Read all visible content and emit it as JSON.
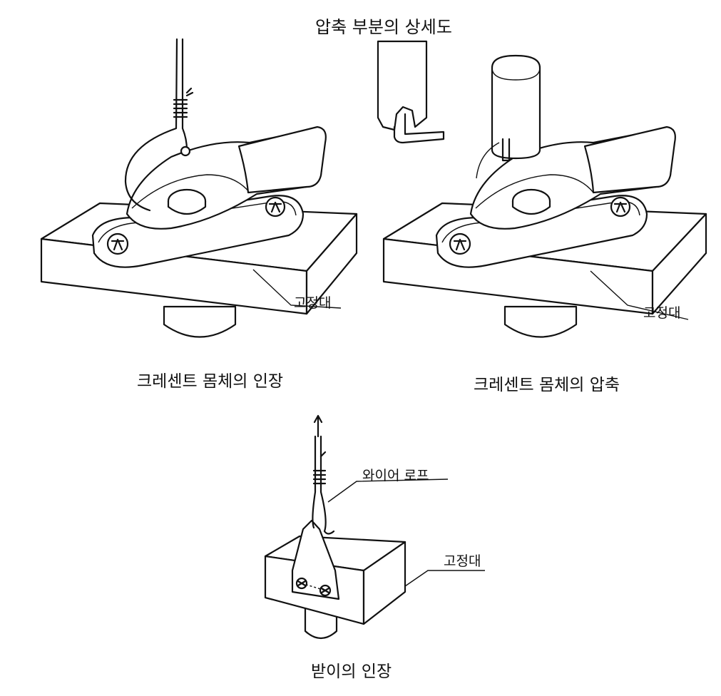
{
  "detail_title": "압축 부분의 상세도",
  "panels": {
    "pull_test": {
      "caption": "크레센트 몸체의 인장",
      "fixture_label": "고정대"
    },
    "compress_test": {
      "caption": "크레센트 몸체의 압축",
      "fixture_label": "고정대"
    },
    "receiver_pull": {
      "caption": "받이의 인장",
      "fixture_label": "고정대",
      "rope_label": "와이어 로프"
    }
  }
}
